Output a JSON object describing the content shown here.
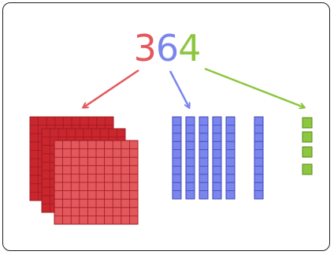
{
  "number": {
    "hundreds_digit": "3",
    "tens_digit": "6",
    "ones_digit": "4"
  },
  "colors": {
    "hundreds": "#e2585c",
    "hundreds_dark": "#c9262e",
    "tens": "#7a86ee",
    "ones": "#8dc63f",
    "grid_line": "#a01a22",
    "frame": "#1f1f1f"
  },
  "blocks": {
    "hundreds_count": 3,
    "tens_count": 6,
    "ones_count": 4
  }
}
